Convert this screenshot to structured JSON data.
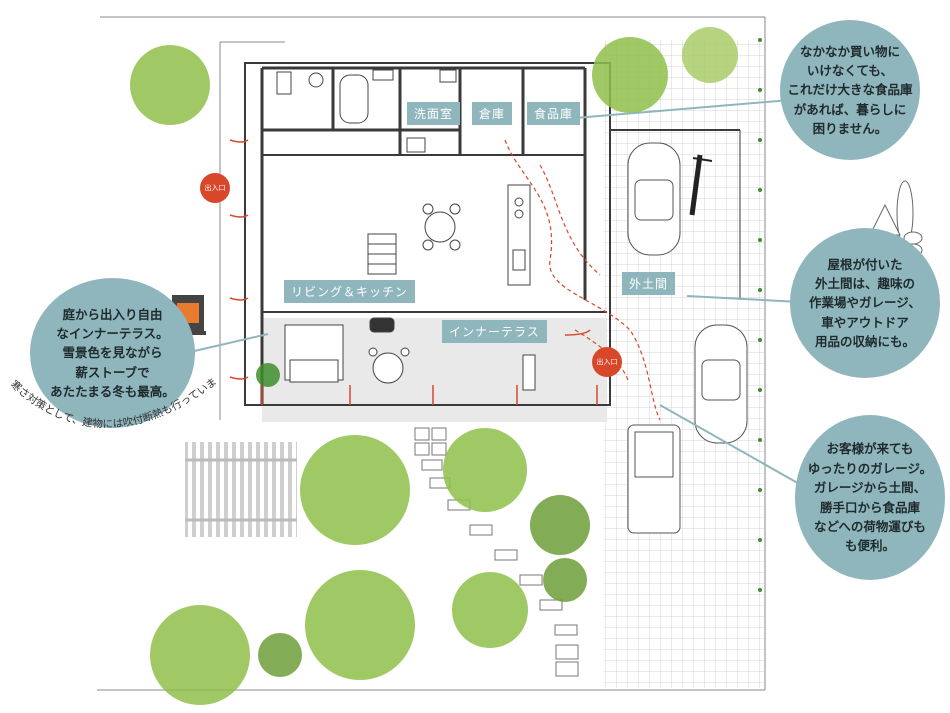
{
  "rooms": {
    "washroom": "洗面室",
    "storage": "倉庫",
    "pantry": "食品庫",
    "living_kitchen": "リビング＆キッチン",
    "inner_terrace": "インナーテラス",
    "outer_doma": "外土間"
  },
  "entrances": {
    "left": "出入口",
    "right": "出入口"
  },
  "callouts": {
    "pantry_note": "なかなか買い物に\nいけなくても、\nこれだけ大きな食品庫\nがあれば、暮らしに\n困りません。",
    "doma_note": "屋根が付いた\n外土間は、趣味の\n作業場やガレージ、\n車やアウトドア\n用品の収納にも。",
    "garage_note": "お客様が来ても\nゆったりのガレージ。\nガレージから土間、\n勝手口から食品庫\nなどへの荷物運びも\nも便利。",
    "terrace_note": "庭から出入り自由\nなインナーテラス。\n雪景色を見ながら\n薪ストーブで\nあたたまる冬も最高。"
  },
  "insulation_note": "寒さ対策として、建物には吹付断熱も行っています",
  "colors": {
    "accent_teal": "#8fb6bd",
    "entrance_red": "#d9472b",
    "wall": "#3a3a3a",
    "plant_green": "#8fc04a"
  }
}
